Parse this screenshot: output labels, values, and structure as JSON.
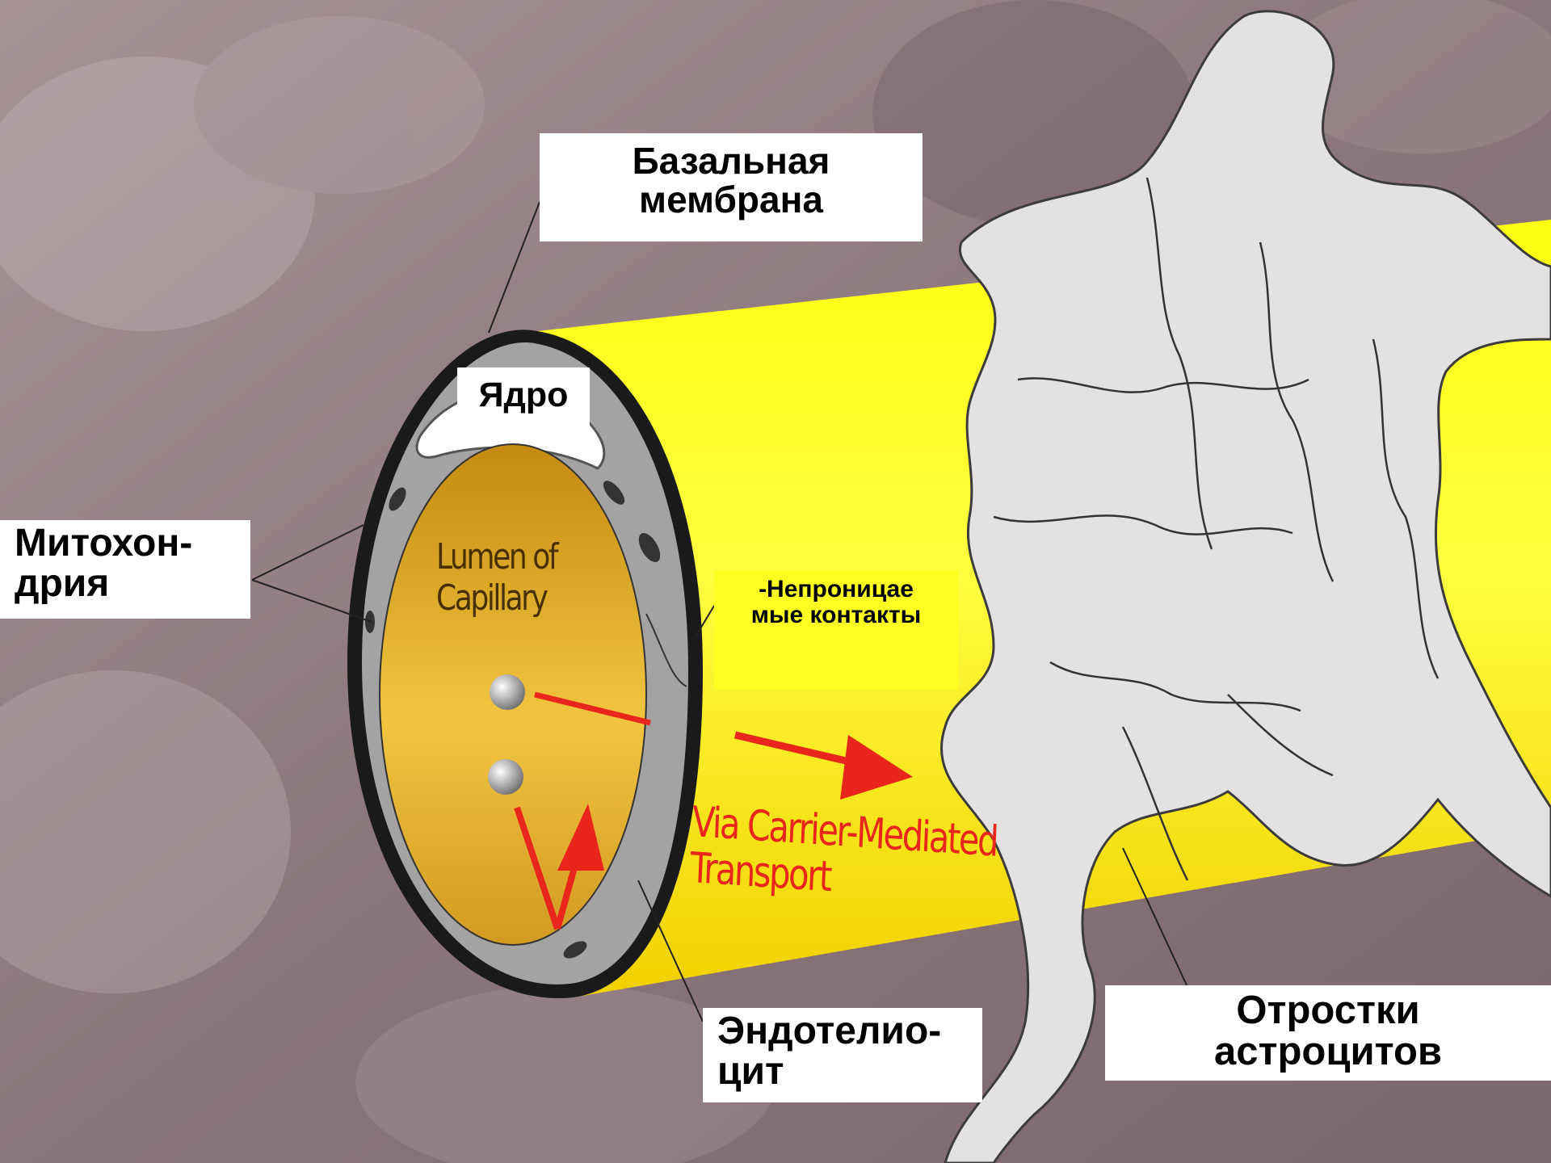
{
  "labels": {
    "basal_membrane": [
      "Базальная",
      "мембрана"
    ],
    "nucleus": "Ядро",
    "mitochondria": [
      "Митохон-",
      "дрия"
    ],
    "tight_junctions": [
      "-Непроницае",
      "мые контакты"
    ],
    "endothelial_cell": [
      "Эндотелио-",
      "цит"
    ],
    "astrocyte_processes": [
      "Отростки",
      "астроцитов"
    ]
  },
  "figure_text": {
    "lumen": [
      "Lumen of",
      "Capillary"
    ],
    "transport": [
      "Via Carrier-Mediated",
      "Transport"
    ]
  },
  "colors": {
    "background": "#8f7a7f",
    "capillary_wall": "#ffff1a",
    "lumen": "#d9a41a",
    "astrocyte": "#e3e1e1",
    "arrow": "#e8261c",
    "label_yellow": "#ffff22"
  }
}
